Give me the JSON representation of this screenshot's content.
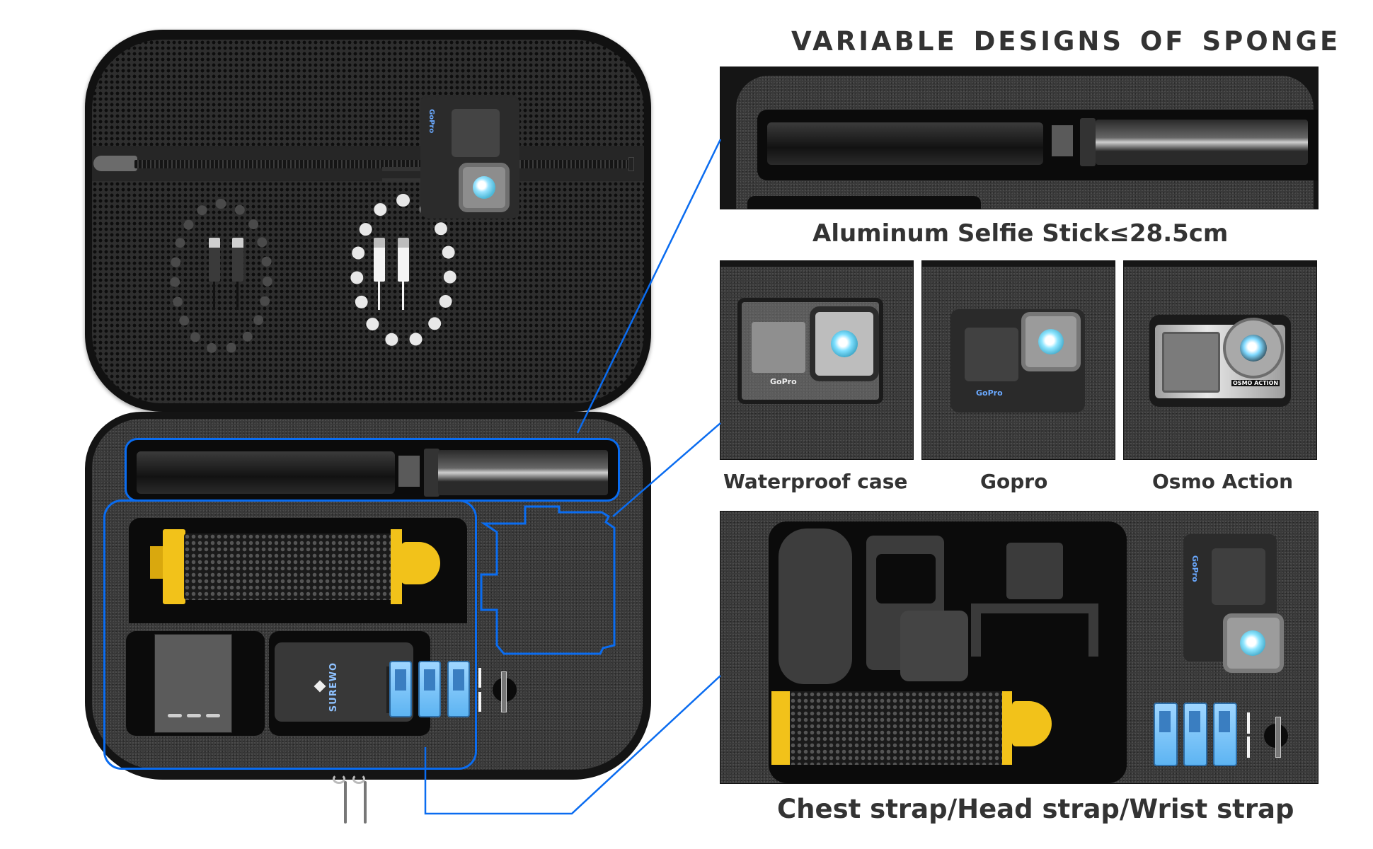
{
  "heading": {
    "title": "VARIABLE  DESIGNS  OF  SPONGE"
  },
  "panels": {
    "selfie_stick": {
      "caption": "Aluminum Selfie Stick≤28.5cm"
    },
    "camera_options": [
      {
        "caption": "Waterproof case",
        "brand_label": "GoPro"
      },
      {
        "caption": "Gopro",
        "brand_label": "GoPro"
      },
      {
        "caption": "Osmo Action",
        "brand_label": "OSMO ACTION"
      }
    ],
    "accessories": {
      "caption": "Chest strap/Head strap/Wrist strap",
      "camera_brand_label": "GoPro"
    }
  },
  "left_case": {
    "lid": {
      "items": [
        "zipper-mesh-pocket",
        "black-usb-cable",
        "white-usb-cable"
      ]
    },
    "base": {
      "clip_brand": "SUREWO",
      "camera_brand": "GoPro",
      "battery_count": 3,
      "sd_card_slots": 2
    }
  },
  "colors": {
    "highlight_outline": "#0a6cf0",
    "foam": "#3a3a3a",
    "float_grip_yellow": "#f2c21a",
    "battery_blue": "#5db4f2",
    "text": "#333333"
  }
}
